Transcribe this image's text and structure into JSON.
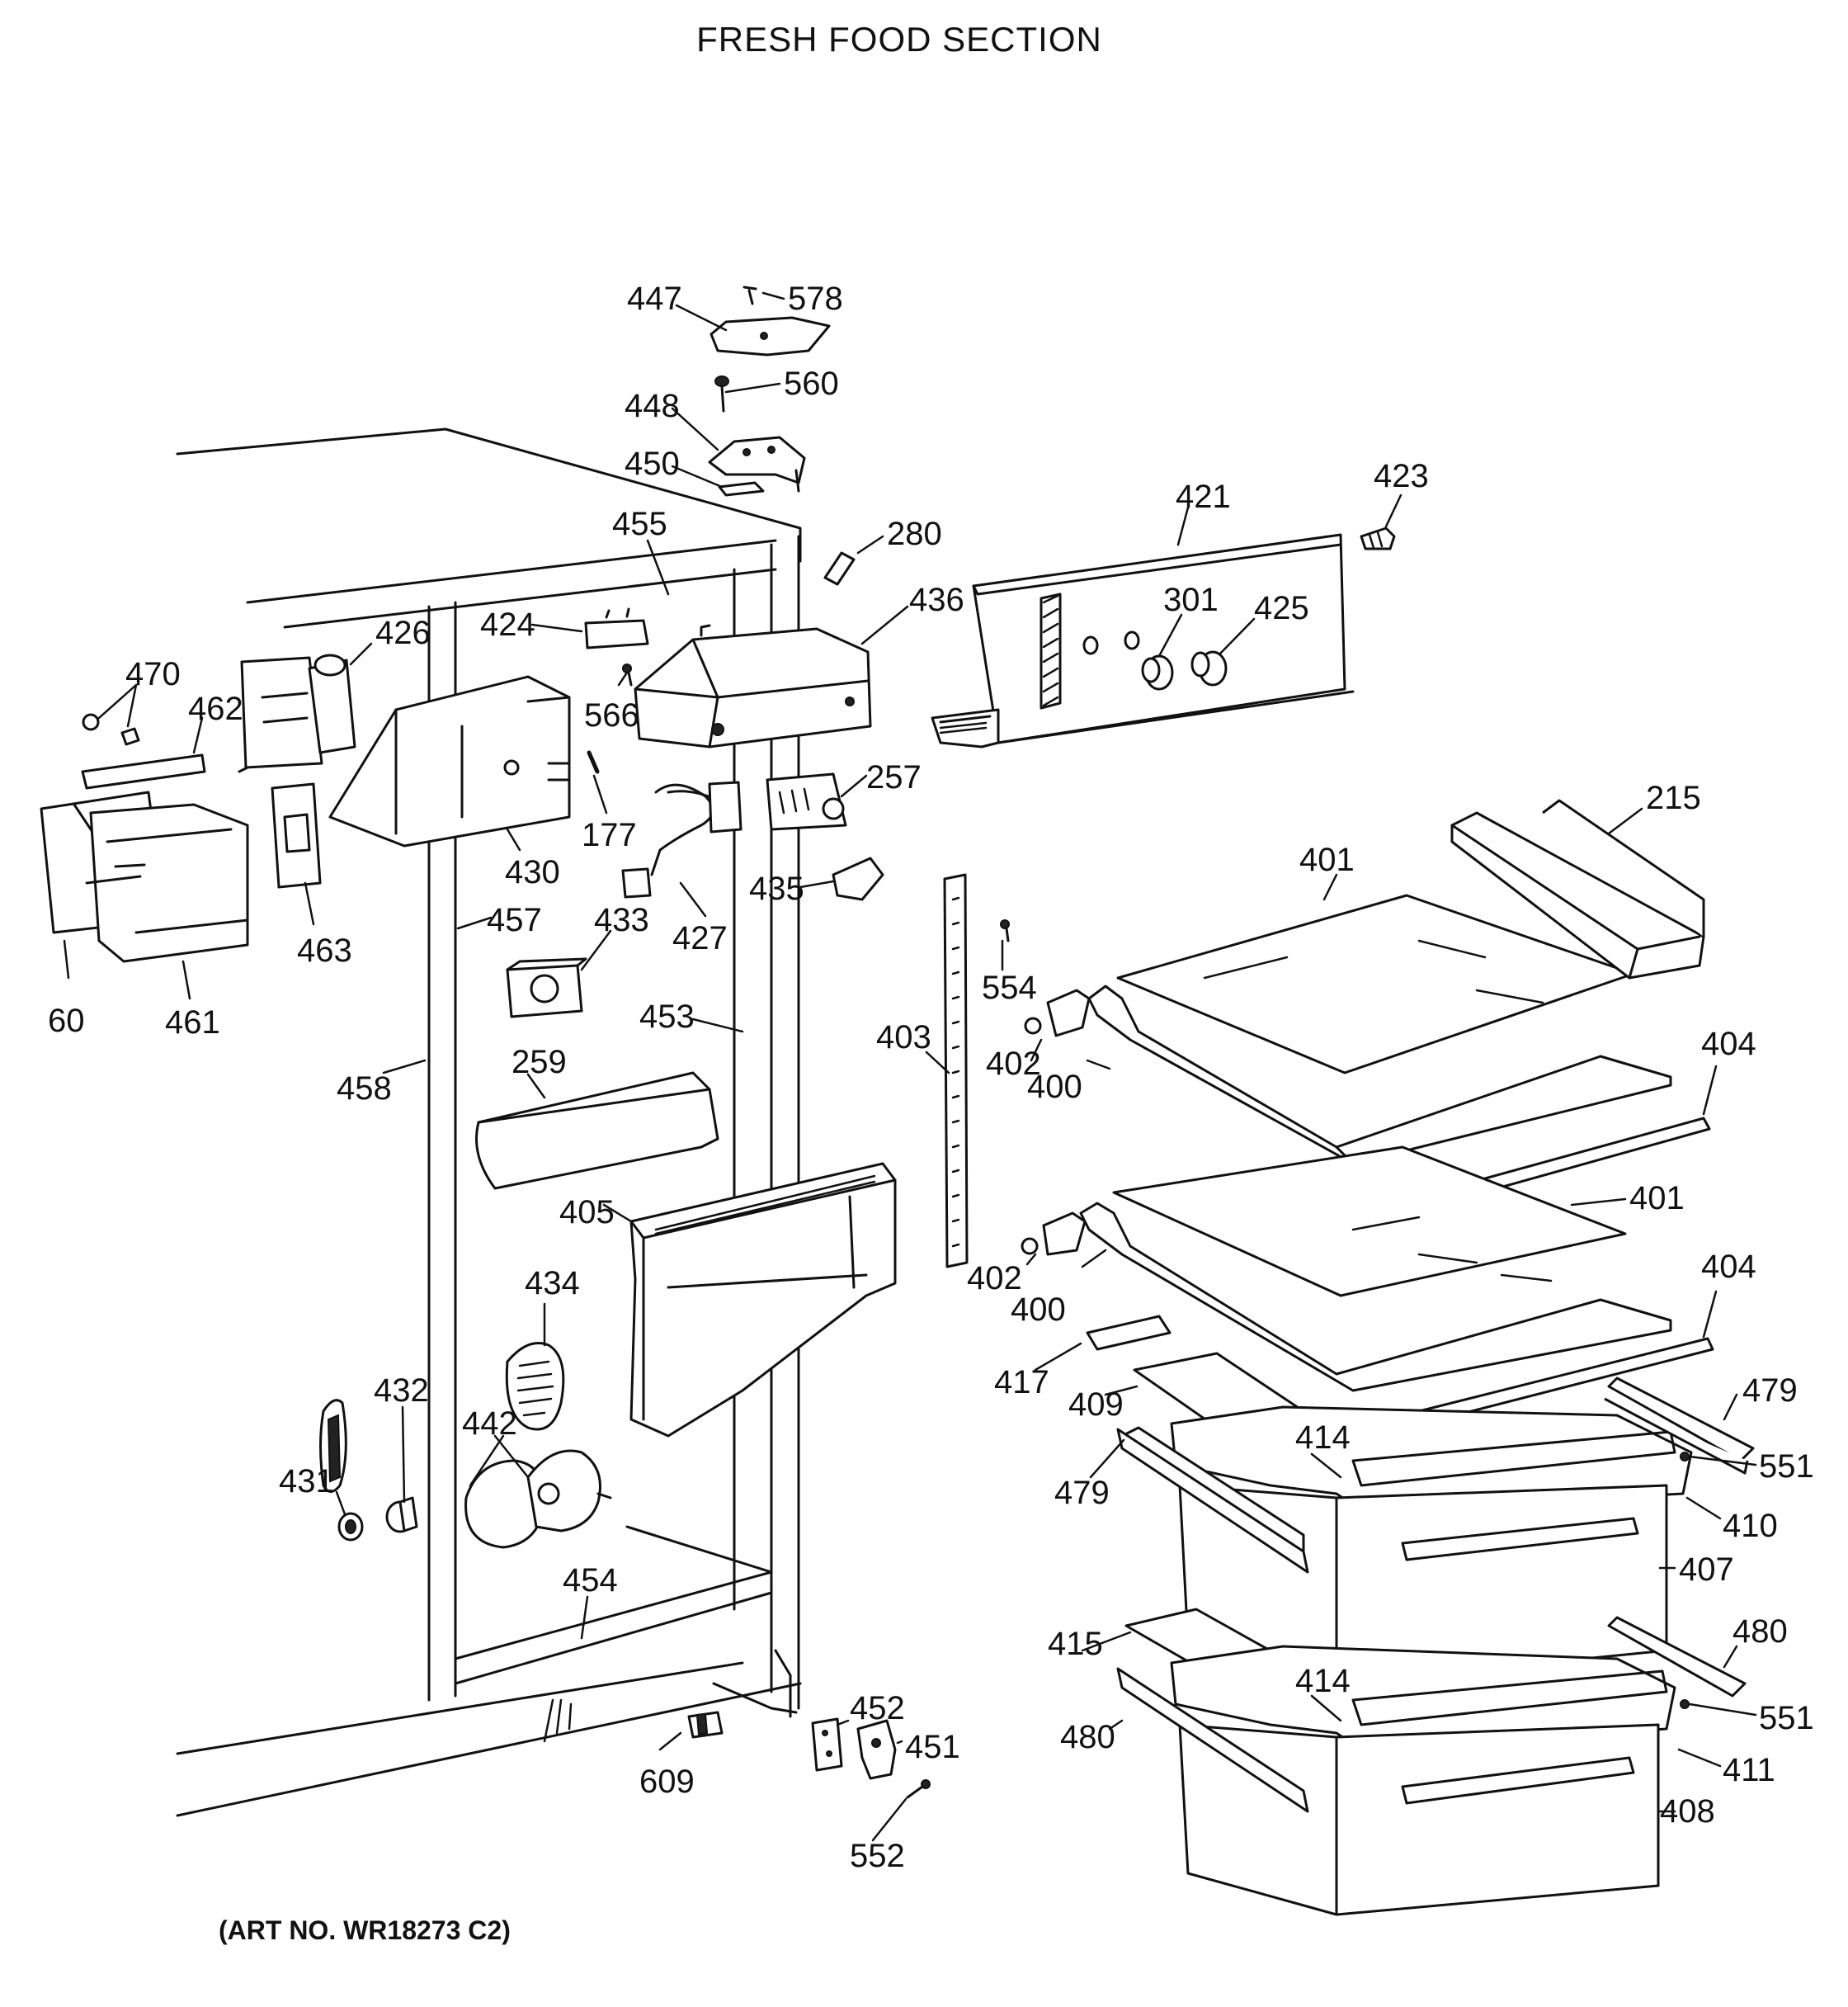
{
  "title": "FRESH FOOD SECTION",
  "art_number": "(ART NO. WR18273 C2)",
  "labels": [
    "447",
    "578",
    "560",
    "448",
    "450",
    "455",
    "280",
    "421",
    "423",
    "424",
    "426",
    "436",
    "301",
    "425",
    "470",
    "462",
    "566",
    "177",
    "257",
    "430",
    "215",
    "463",
    "427",
    "433",
    "435",
    "401",
    "457",
    "60",
    "461",
    "403",
    "554",
    "402",
    "400",
    "453",
    "458",
    "259",
    "404",
    "405",
    "434",
    "417",
    "479",
    "409",
    "432",
    "442",
    "551",
    "431",
    "414",
    "410",
    "407",
    "454",
    "415",
    "480",
    "452",
    "451",
    "609",
    "411",
    "408",
    "552"
  ]
}
